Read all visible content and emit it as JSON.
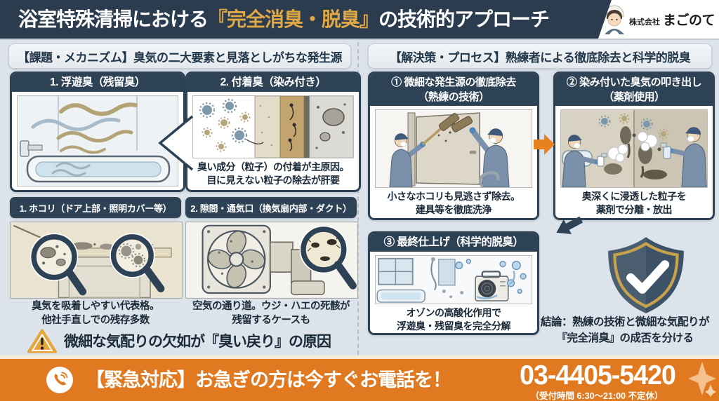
{
  "colors": {
    "header_navy": "#2b3c4f",
    "panel_navy": "#2e4256",
    "accent_gold": "#dfa845",
    "footer_orange": "#e0791f",
    "warning_amber": "#e7a53c",
    "shield_navy": "#3d5266",
    "shield_gold": "#c8a34c"
  },
  "header": {
    "title_pre": "浴室特殊清掃における",
    "title_highlight": "『完全消臭・脱臭』",
    "title_post": "の技術的アプローチ",
    "company_prefix": "株式会社",
    "company_name": "まごのて"
  },
  "left": {
    "section_title": "【課題・メカニズム】臭気の二大要素と見落としがちな発生源",
    "panel1": {
      "title": "1. 浮遊臭（残留臭）"
    },
    "panel2": {
      "title": "2. 付着臭（染み付き）",
      "caption_line1": "臭い成分（粒子）の付着が主原因。",
      "caption_line2": "目に見えない粒子の除去が肝要"
    },
    "source1": {
      "title": "1. ホコリ（ドア上部・照明カバー等）",
      "caption_line1": "臭気を吸着しやすい代表格。",
      "caption_line2": "他社手直しでの残存多数"
    },
    "source2": {
      "title": "2. 隙間・通気口（換気扇内部・ダクト）",
      "caption_line1": "空気の通り道。ウジ・ハエの死骸が",
      "caption_line2": "残留するケースも"
    },
    "warning_text": "微細な気配りの欠如が『臭い戻り』の原因"
  },
  "right": {
    "section_title": "【解決策・プロセス】熟練者による徹底除去と科学的脱臭",
    "step1": {
      "title_line1": "① 微細な発生源の徹底除去",
      "title_line2": "（熟練の技術）",
      "caption_line1": "小さなホコリも見逃さず除去。",
      "caption_line2": "建具等を徹底洗浄"
    },
    "step2": {
      "title_line1": "② 染み付いた臭気の叩き出し",
      "title_line2": "（薬剤使用）",
      "caption_line1": "奥深くに浸透した粒子を",
      "caption_line2": "薬剤で分離・放出"
    },
    "step3": {
      "title": "③ 最終仕上げ（科学的脱臭）",
      "caption_line1": "オゾンの高酸化作用で",
      "caption_line2": "浮遊臭・残留臭を完全分解"
    },
    "conclusion_line1": "結論：熟練の技術と微細な気配りが",
    "conclusion_line2": "『完全消臭』の成否を分ける"
  },
  "footer": {
    "cta": "【緊急対応】お急ぎの方は今すぐお電話を！",
    "phone": "03-4405-5420",
    "hours": "（受付時間 6:30～21:00 不定休）"
  }
}
